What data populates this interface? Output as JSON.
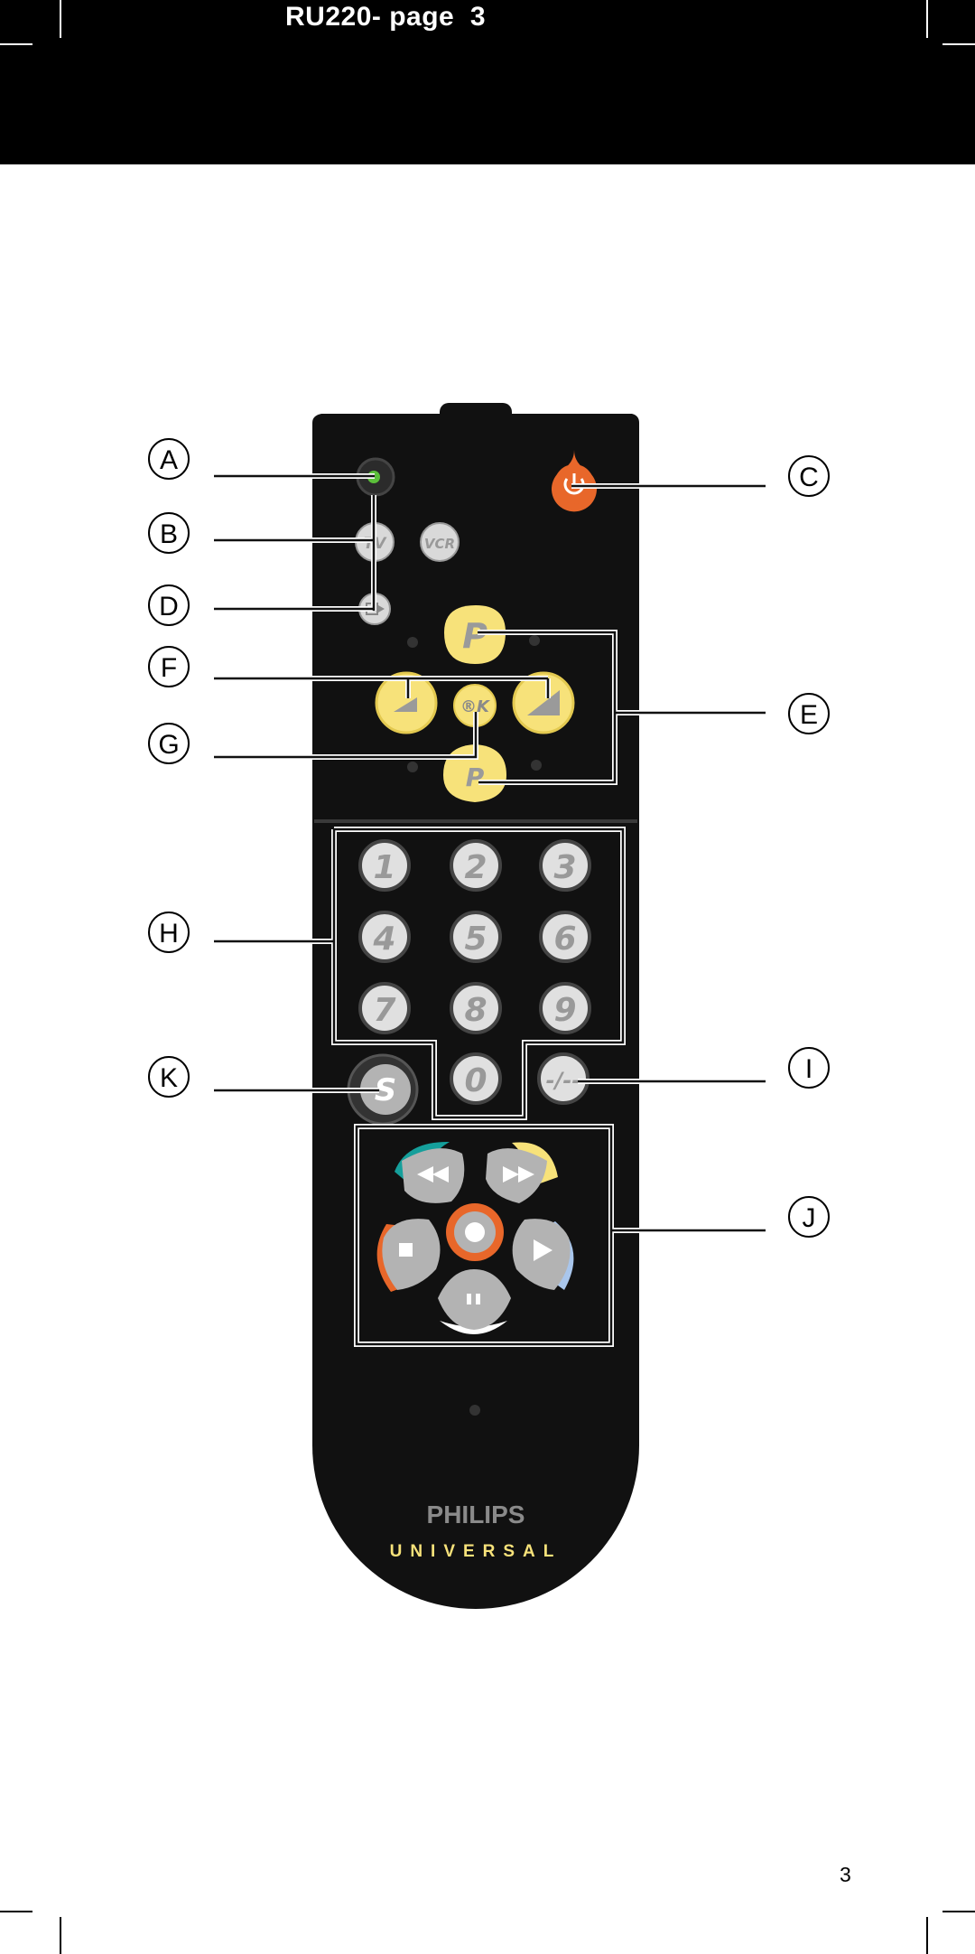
{
  "header": {
    "title": "RU220- page  3"
  },
  "page_number": "3",
  "brand": {
    "name": "PHILIPS",
    "line": "UNIVERSAL"
  },
  "remote": {
    "buttons": {
      "tv": "TV",
      "vcr": "VCR",
      "program": "P",
      "mute": "®K",
      "digits": [
        "1",
        "2",
        "3",
        "4",
        "5",
        "6",
        "7",
        "8",
        "9",
        "0"
      ],
      "double_digit": "-/--",
      "smart": "S"
    }
  },
  "callouts": [
    "A",
    "B",
    "C",
    "D",
    "E",
    "F",
    "G",
    "H",
    "I",
    "J",
    "K"
  ],
  "colors": {
    "header": "#000000",
    "remote_body": "#111111",
    "yellow": "#f7e27a",
    "orange": "#e8672a",
    "teal": "#159f9b",
    "blue": "#a9c6ec",
    "grey": "#b3b3b3",
    "led": "#5bbf3a"
  }
}
